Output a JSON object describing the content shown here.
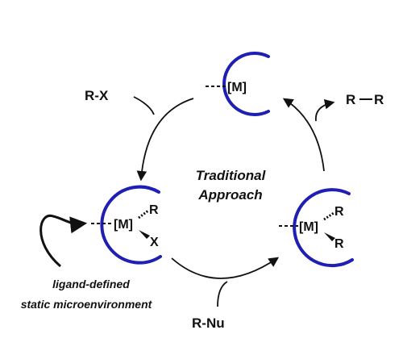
{
  "center": {
    "line1": "Traditional",
    "line2": "Approach"
  },
  "top_complex": {
    "metal": "[M]"
  },
  "left_complex": {
    "metal": "[M]",
    "sub1": "R",
    "sub2": "X"
  },
  "right_complex": {
    "metal": "[M]",
    "sub1": "R",
    "sub2": "R"
  },
  "reagents": {
    "input_top": "R-X",
    "input_bottom": "R-Nu",
    "output_product_left": "R",
    "output_product_right": "R"
  },
  "annotation": {
    "line1": "ligand-defined",
    "line2": "static microenvironment"
  },
  "colors": {
    "ligand": "#1f1fb4",
    "ink": "#111111"
  }
}
